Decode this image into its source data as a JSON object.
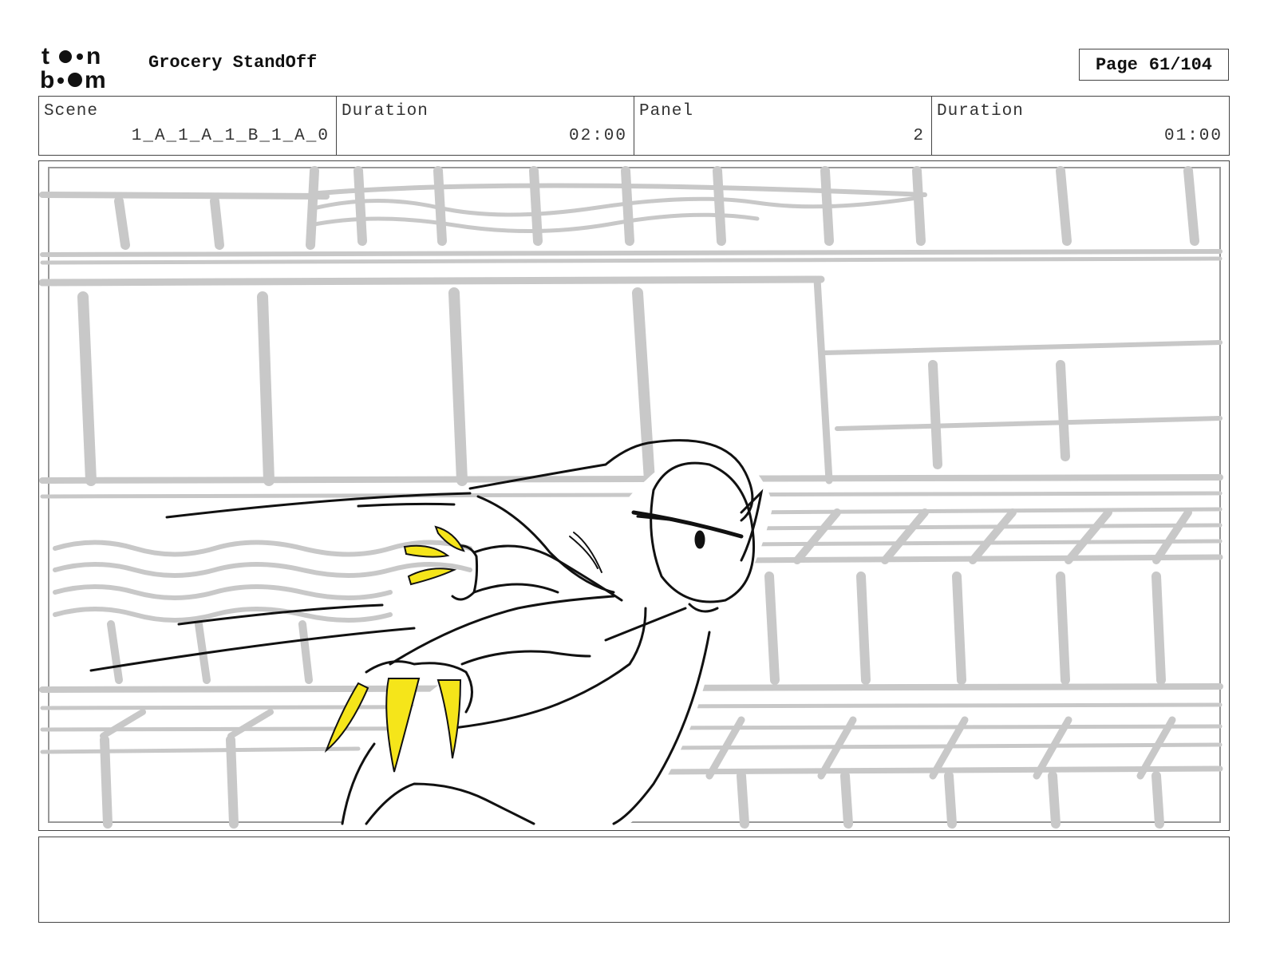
{
  "header": {
    "logo_text": "toon boom",
    "title": "Grocery StandOff",
    "page_label": "Page",
    "page_number": "61/104"
  },
  "info": {
    "scene_label": "Scene",
    "scene_value": "1_A_1_A_1_B_1_A_0",
    "scene_duration_label": "Duration",
    "scene_duration_value": "02:00",
    "panel_label": "Panel",
    "panel_value": "2",
    "panel_duration_label": "Duration",
    "panel_duration_value": "01:00"
  },
  "colors": {
    "claw_yellow": "#f5e51a",
    "background_sketch": "#c8c8c8",
    "ink": "#111111"
  },
  "notes": ""
}
